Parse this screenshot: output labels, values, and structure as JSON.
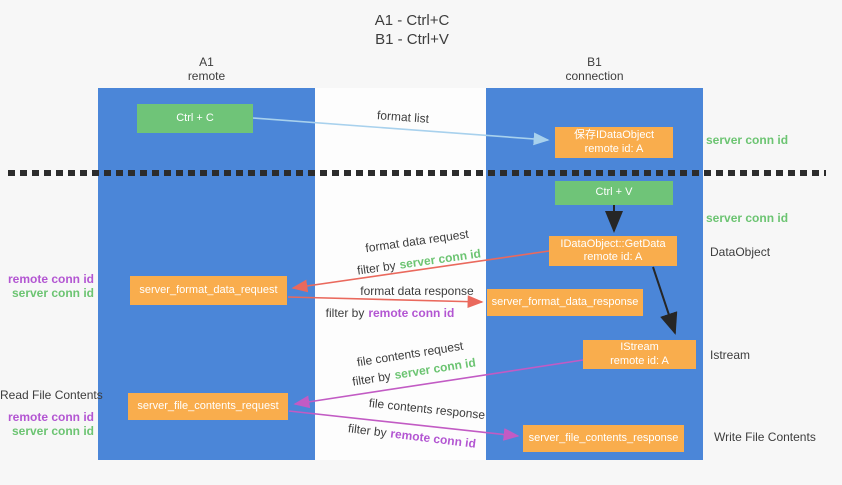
{
  "title": {
    "line1": "A1 - Ctrl+C",
    "line2": "B1 - Ctrl+V"
  },
  "lanes": {
    "a1": {
      "name": "A1",
      "subtitle": "remote"
    },
    "b1": {
      "name": "B1",
      "subtitle": "connection"
    }
  },
  "nodes": {
    "ctrl_c": {
      "label": "Ctrl + C"
    },
    "save_idataobject": {
      "line1": "保存IDataObject",
      "line2": "remote id: A"
    },
    "ctrl_v": {
      "label": "Ctrl + V"
    },
    "idataobject_getdata": {
      "line1": "IDataObject::GetData",
      "line2": "remote id: A"
    },
    "server_format_data_request": {
      "label": "server_format_data_request"
    },
    "server_format_data_response": {
      "label": "server_format_data_response"
    },
    "istream": {
      "line1": "IStream",
      "line2": "remote id: A"
    },
    "server_file_contents_request": {
      "label": "server_file_contents_request"
    },
    "server_file_contents_response": {
      "label": "server_file_contents_response"
    }
  },
  "arrow_labels": {
    "format_list": "format list",
    "format_data_request": "format data request",
    "format_data_response": "format data response",
    "file_contents_request": "file contents request",
    "file_contents_response": "file contents response",
    "filter_by": "filter by",
    "server_conn_id": "server conn id",
    "remote_conn_id": "remote conn id"
  },
  "side_labels": {
    "server_conn_id": "server conn id",
    "remote_conn_id": "remote conn id",
    "dataobject": "DataObject",
    "istream": "Istream",
    "read_file_contents": "Read File Contents",
    "write_file_contents": "Write File Contents"
  },
  "colors": {
    "lane_blue": "#4b86d8",
    "box_orange": "#f9ad4d",
    "box_green": "#6fc478",
    "arrow_red": "#ea695d",
    "arrow_magenta": "#c25bc4",
    "arrow_light_blue": "#a8d1ed",
    "arrow_black": "#262626",
    "text_green": "#6cc472",
    "text_purple": "#b356d2",
    "text_dark": "#3d3d3d"
  }
}
